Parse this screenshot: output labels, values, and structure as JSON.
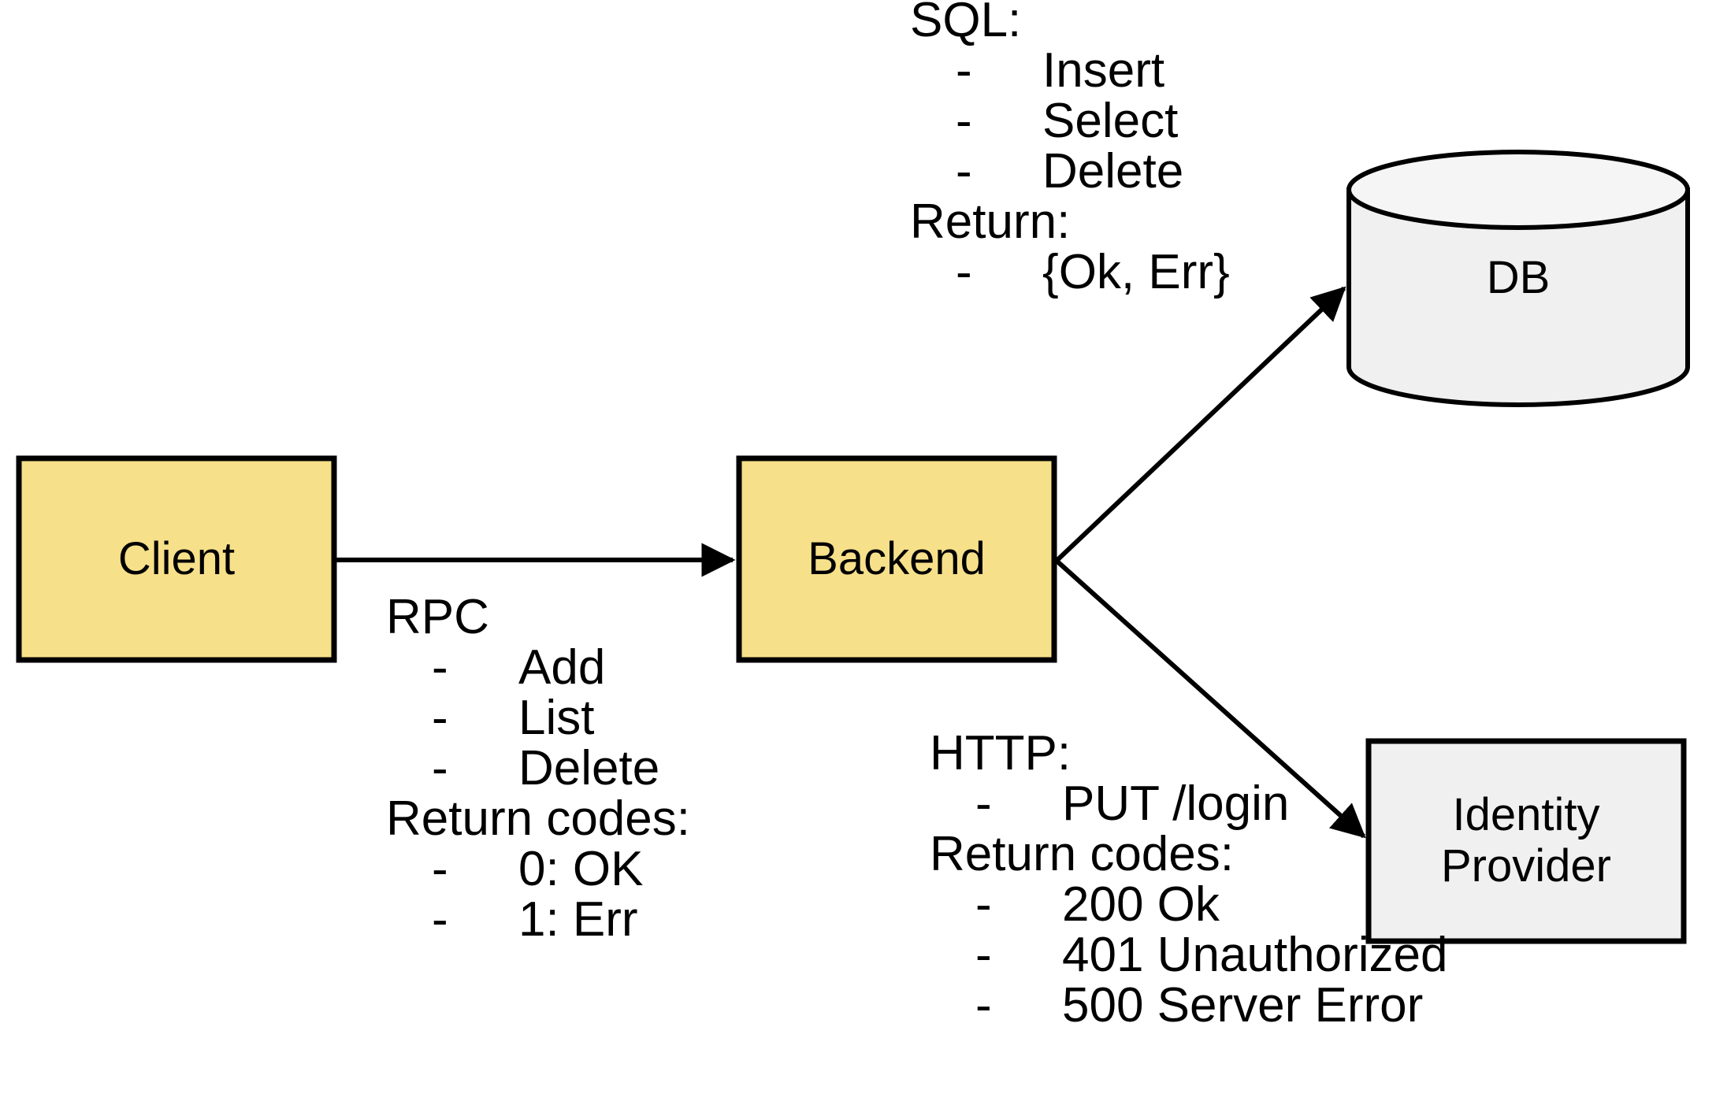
{
  "diagram": {
    "title": "Client / Backend / DB / Identity Provider architecture",
    "colors": {
      "node_fill_yellow": "#F7E08A",
      "node_fill_gray": "#F0F0F0",
      "stroke": "#000000",
      "background": "#FFFFFF"
    },
    "nodes": [
      {
        "id": "client",
        "label": "Client",
        "shape": "rectangle",
        "fill": "#F7E08A"
      },
      {
        "id": "backend",
        "label": "Backend",
        "shape": "rectangle",
        "fill": "#F7E08A"
      },
      {
        "id": "db",
        "label": "DB",
        "shape": "cylinder",
        "fill": "#F0F0F0"
      },
      {
        "id": "idp",
        "label": "Identity\nProvider",
        "label_line1": "Identity",
        "label_line2": "Provider",
        "shape": "rectangle",
        "fill": "#F0F0F0"
      }
    ],
    "edges": [
      {
        "id": "client-backend",
        "from": "client",
        "to": "backend",
        "protocol": "RPC"
      },
      {
        "id": "backend-db",
        "from": "backend",
        "to": "db",
        "protocol": "SQL"
      },
      {
        "id": "backend-idp",
        "from": "backend",
        "to": "idp",
        "protocol": "HTTP"
      }
    ]
  },
  "annotations": {
    "rpc": {
      "header": "RPC",
      "items": [
        "Add",
        "List",
        "Delete"
      ],
      "returns_header": "Return codes:",
      "returns": [
        "0: OK",
        "1: Err"
      ],
      "dash": "-"
    },
    "sql": {
      "header": "SQL:",
      "items": [
        "Insert",
        "Select",
        "Delete"
      ],
      "returns_header": "Return:",
      "returns": [
        "{Ok, Err}"
      ],
      "dash": "-"
    },
    "http": {
      "header": "HTTP:",
      "items": [
        "PUT /login"
      ],
      "returns_header": "Return codes:",
      "returns": [
        "200 Ok",
        "401 Unauthorized",
        "500 Server Error"
      ],
      "dash": "-"
    }
  }
}
